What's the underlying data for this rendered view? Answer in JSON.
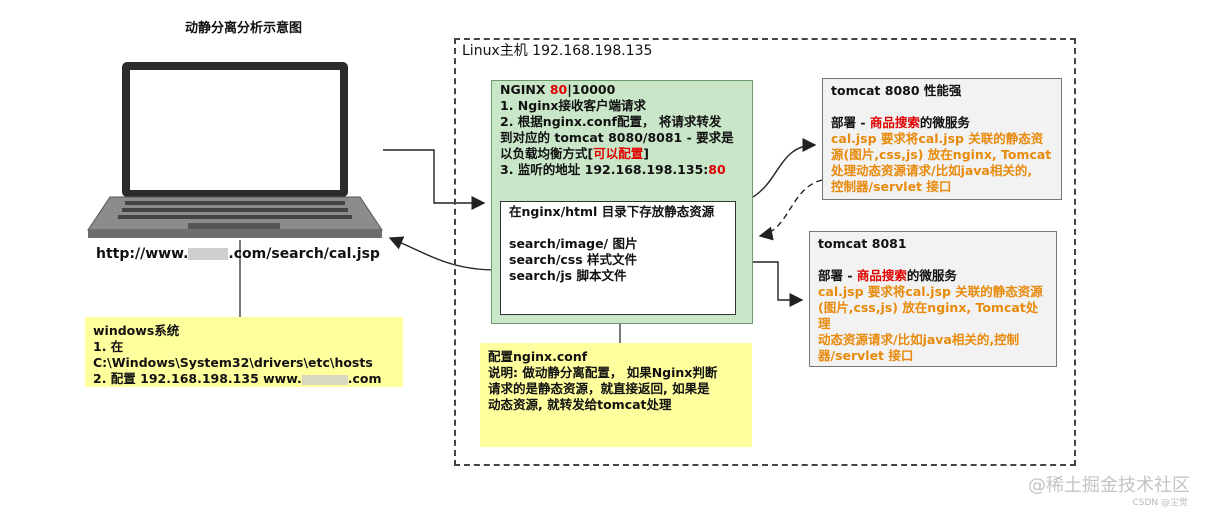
{
  "title": "动静分离分析示意图",
  "linux_title": "Linux主机 192.168.198.135",
  "nginx": {
    "l1_a": "NGINX ",
    "l1_port": "80",
    "l1_b": "|10000",
    "l2": "1. Nginx接收客户端请求",
    "l3": "2. 根据nginx.conf配置，  将请求转发",
    "l4": "到对应的 tomcat 8080/8081 - 要求是",
    "l5_a": "以负载均衡方式[",
    "l5_b": "可以配置",
    "l5_c": "]",
    "l6_a": "3. 监听的地址 192.168.198.135:",
    "l6_b": "80"
  },
  "static_box": {
    "l1": "在nginx/html 目录下存放静态资源",
    "l2": "search/image/ 图片",
    "l3": "search/css 样式文件",
    "l4": "search/js 脚本文件"
  },
  "tomcat1": {
    "title": "tomcat 8080 性能强",
    "deploy_a": "部署 - ",
    "deploy_b": "商品搜索",
    "deploy_c": "的微服务",
    "l1": "cal.jsp 要求将cal.jsp 关联的静态资",
    "l2": "源(图片,css,js) 放在nginx, Tomcat",
    "l3": "处理动态资源请求/比如java相关的,",
    "l4": "控制器/servlet 接口"
  },
  "tomcat2": {
    "title": "tomcat 8081",
    "deploy_a": "部署 - ",
    "deploy_b": "商品搜索",
    "deploy_c": "的微服务",
    "l1": "cal.jsp 要求将cal.jsp 关联的静态资源",
    "l2": "(图片,css,js) 放在nginx, Tomcat处理",
    "l3": "动态资源请求/比如java相关的,控制",
    "l4": "器/servlet 接口"
  },
  "note_windows": {
    "l1": "windows系统",
    "l2": "1. 在C:\\Windows\\System32\\drivers\\etc\\hosts",
    "l3": "2. 配置 192.168.198.135 www.",
    "l3_end": ".com"
  },
  "note_nginx_conf": {
    "l1": "配置nginx.conf",
    "l2": "说明: 做动静分离配置，  如果Nginx判断",
    "l3": "请求的是静态资源，就直接返回, 如果是",
    "l4": "动态资源, 就转发给tomcat处理"
  },
  "url": {
    "a": "http://www.",
    "b": ".com/search/cal.jsp"
  },
  "watermark": "@稀土掘金技术社区",
  "watermark_small": "CSDN @尘觉",
  "colors": {
    "nginx_bg": "#c9e6c9",
    "note_bg": "#ffff9e",
    "highlight_red": "#e00000",
    "highlight_orange": "#e88a0c",
    "tomcat_bg": "#f2f2f2"
  }
}
